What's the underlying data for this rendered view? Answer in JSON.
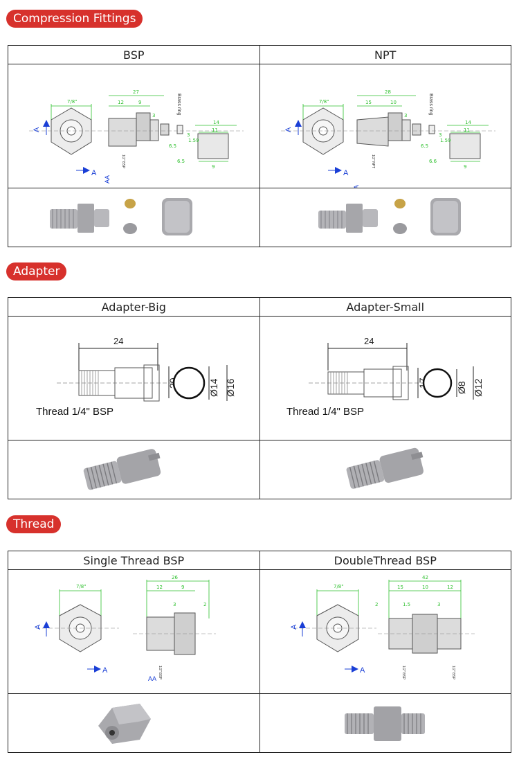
{
  "sections": [
    {
      "title": "Compression Fittings",
      "columns": [
        "BSP",
        "NPT"
      ],
      "drawings": [
        {
          "d1": "7/8\"",
          "d2": "27",
          "d3": "12",
          "d4": "9",
          "d5": "3",
          "d6": "14",
          "d7": "11",
          "d8": "9",
          "d9": "6.5",
          "d10": "6.5",
          "d11": "1.59",
          "d12": "3",
          "ring": "Brass ring",
          "sec": "A",
          "sec2": "AA",
          "thr": "1/2\" BSP"
        },
        {
          "d1": "7/8\"",
          "d2": "28",
          "d3": "15",
          "d4": "10",
          "d5": "3",
          "d6": "14",
          "d7": "11",
          "d8": "9",
          "d9": "6.5",
          "d10": "6.6",
          "d11": "1.59",
          "d12": "3",
          "ring": "Brass ring",
          "sec": "A",
          "sec2": "AA",
          "thr": "1/2\" NPT"
        }
      ]
    },
    {
      "title": "Adapter",
      "columns": [
        "Adapter-Big",
        "Adapter-Small"
      ],
      "drawings": [
        {
          "len": "24",
          "h": "20",
          "d_in": "Ø14",
          "d_out": "Ø16",
          "thread": "Thread 1/4\" BSP"
        },
        {
          "len": "24",
          "h": "17",
          "d_in": "Ø8",
          "d_out": "Ø12",
          "thread": "Thread 1/4\" BSP"
        }
      ]
    },
    {
      "title": "Thread",
      "columns": [
        "Single Thread BSP",
        "DoubleThread BSP"
      ],
      "drawings": [
        {
          "d1": "7/8\"",
          "d2": "26",
          "d3": "12",
          "d4": "9",
          "d5": "3",
          "d6": "2",
          "sec": "A",
          "sec2": "AA",
          "thr": "1/2\" BSP"
        },
        {
          "d1": "7/8\"",
          "d2": "42",
          "d3": "15",
          "d4": "10",
          "d5": "12",
          "d6": "2",
          "d7": "1.5",
          "d8": "3",
          "sec": "A",
          "thr": "1/2\" BSP"
        }
      ]
    }
  ],
  "colors": {
    "pill": "#d7312c",
    "dim_green": "#2bbf2b",
    "section_blue": "#1a3fd6",
    "steel": "#a9a9ad"
  }
}
